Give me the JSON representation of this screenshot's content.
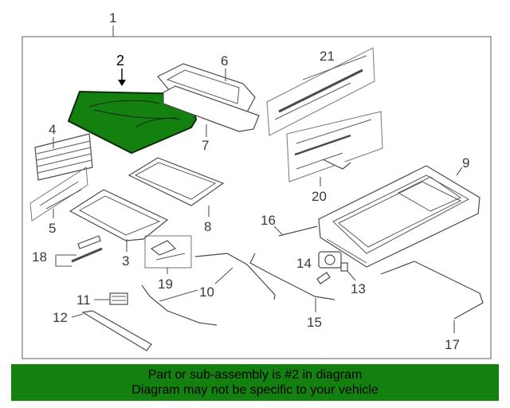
{
  "diagram": {
    "callouts": [
      "1",
      "2",
      "3",
      "4",
      "5",
      "6",
      "7",
      "8",
      "9",
      "10",
      "11",
      "12",
      "13",
      "14",
      "15",
      "16",
      "17",
      "18",
      "19",
      "20",
      "21"
    ],
    "highlight_color": "#14800f",
    "highlighted_part": "2"
  },
  "banner": {
    "line1": "Part or sub-assembly is #2 in diagram",
    "line2": "Diagram may not be specific to your vehicle",
    "color": "#14800f"
  }
}
